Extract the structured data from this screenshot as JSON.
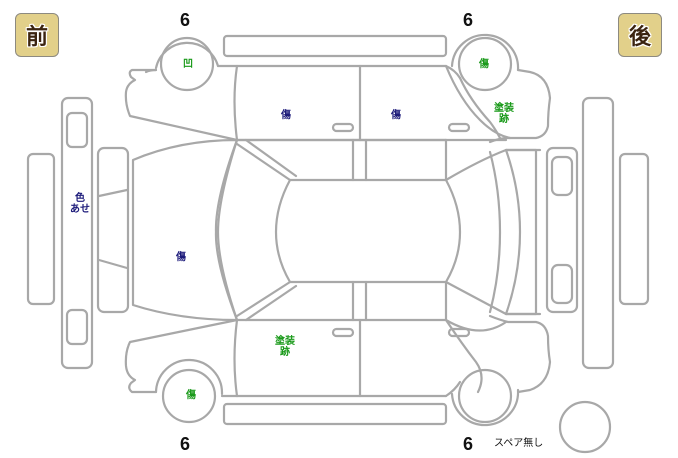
{
  "badges": {
    "front": "前",
    "rear": "後"
  },
  "tire_depths": {
    "front_top": "6",
    "rear_top": "6",
    "front_bottom": "6",
    "rear_bottom": "6"
  },
  "damage_marks": {
    "front_top_wheel": "凹",
    "rear_top_wheel": "傷",
    "rear_top_quarter": "塗装\n跡",
    "top_front_door": "傷",
    "top_rear_door": "傷",
    "front_bumper": "色\nあせ",
    "hood": "傷",
    "bottom_front_door": "塗装\n跡",
    "front_bottom_wheel": "傷"
  },
  "spare": {
    "label": "スペア無し"
  },
  "colors": {
    "outline": "#a8a8a8",
    "badge_fill": "#e2d08a",
    "mark_green": "#1a9a1a",
    "mark_navy": "#1c1a7a"
  }
}
